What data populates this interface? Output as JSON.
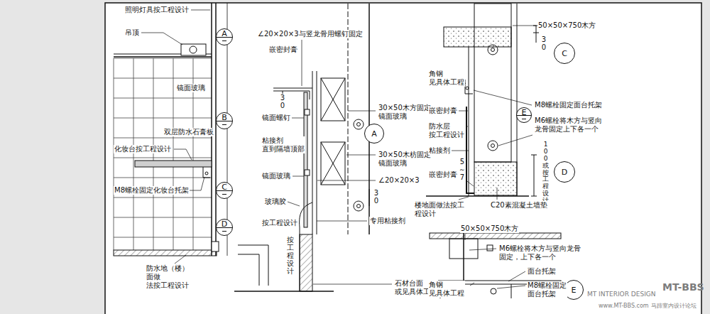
{
  "diagram": {
    "nodes": [
      {
        "text": [
          "A"
        ]
      },
      {
        "text": [
          "B"
        ]
      },
      {
        "text": [
          "C"
        ]
      },
      {
        "text": [
          "D"
        ]
      },
      {
        "text": [
          "A"
        ]
      },
      {
        "text": [
          "C"
        ]
      },
      {
        "text": [
          "E"
        ]
      },
      {
        "text": [
          "D"
        ]
      },
      {
        "text": [
          "E"
        ]
      }
    ],
    "labels": [
      "照明灯具按工程设计",
      "吊顶",
      "镜面玻璃",
      "双层防水石膏板",
      "化妆台按工程设计",
      "M8螺栓固定化妆台托架",
      "防水地（楼）面做 法按工程设计",
      "∠20×20×3与竖龙骨用螺钉固定",
      "嵌密封膏",
      "30",
      "镜面螺钉",
      "30×50木方固定 镜面玻璃",
      "粘接剂 直到隔墙顶部",
      "30×50木枋固定 镜面玻璃",
      "镜面玻璃",
      "∠20×20×3",
      "30",
      "玻璃胶",
      "按工程设计",
      "专用粘接剂",
      "按工程设计",
      "石材台面 或见具体工程",
      "50×50×750木方",
      "30",
      "角钢 见具体工程",
      "M8螺栓固定面台托架",
      "嵌密封膏",
      "M6螺栓将木方与竖向 龙骨固定上下各一个",
      "防水层 按工程设计",
      "粘接剂",
      "5～7",
      "嵌密封膏",
      "100或按工程设计",
      "C20素混凝土墙垫",
      "楼地面做法按工 程设计",
      "50×50×750木方",
      "M6螺栓将木方与竖向龙骨 固定，上下各一个",
      "角钢 见具体工程",
      "面台托架",
      "M8螺栓固定 面台托架",
      "MT INTERIOR DESIGN",
      "MT-BBS",
      "www.MT-BBS.com",
      "马蹄室内设计论坛"
    ]
  }
}
